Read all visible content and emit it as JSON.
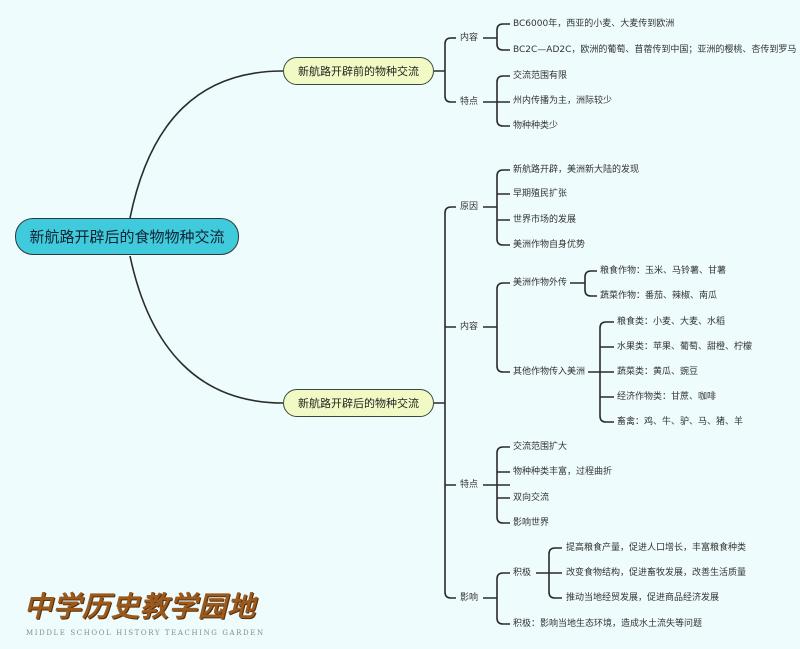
{
  "root": "新航路开辟后的食物物种交流",
  "before": {
    "title": "新航路开辟前的物种交流",
    "content_label": "内容",
    "content": [
      "BC6000年，西亚的小麦、大麦传到欧洲",
      "BC2C—AD2C，欧洲的葡萄、苜蓿传到中国；亚洲的樱桃、杏传到罗马"
    ],
    "features_label": "特点",
    "features": [
      "交流范围有限",
      "州内传播为主，洲际较少",
      "物种种类少"
    ]
  },
  "after": {
    "title": "新航路开辟后的物种交流",
    "reasons_label": "原因",
    "reasons": [
      "新航路开辟，美洲新大陆的发现",
      "早期殖民扩张",
      "世界市场的发展",
      "美洲作物自身优势"
    ],
    "content_label": "内容",
    "out_label": "美洲作物外传",
    "out": [
      "粮食作物：玉米、马铃薯、甘薯",
      "蔬菜作物：番茄、辣椒、南瓜"
    ],
    "in_label": "其他作物传入美洲",
    "in": [
      "粮食类：小麦、大麦、水稻",
      "水果类：苹果、葡萄、甜橙、柠檬",
      "蔬菜类：黄瓜、豌豆",
      "经济作物类：甘蔗、咖啡",
      "畜禽：鸡、牛、驴、马、猪、羊"
    ],
    "features_label": "特点",
    "features": [
      "交流范围扩大",
      "物种种类丰富，过程曲折",
      "双向交流",
      "影响世界"
    ],
    "impact_label": "影响",
    "positive_label": "积极",
    "positive": [
      "提高粮食产量，促进人口增长，丰富粮食种类",
      "改变食物结构，促进畜牧发展，改善生活质量",
      "推动当地经贸发展，促进商品经济发展"
    ],
    "negative": "积极：影响当地生态环境，造成水土流失等问题"
  },
  "watermark": {
    "cn": "中学历史教学园地",
    "en": "MIDDLE SCHOOL HISTORY TEACHING GARDEN"
  }
}
